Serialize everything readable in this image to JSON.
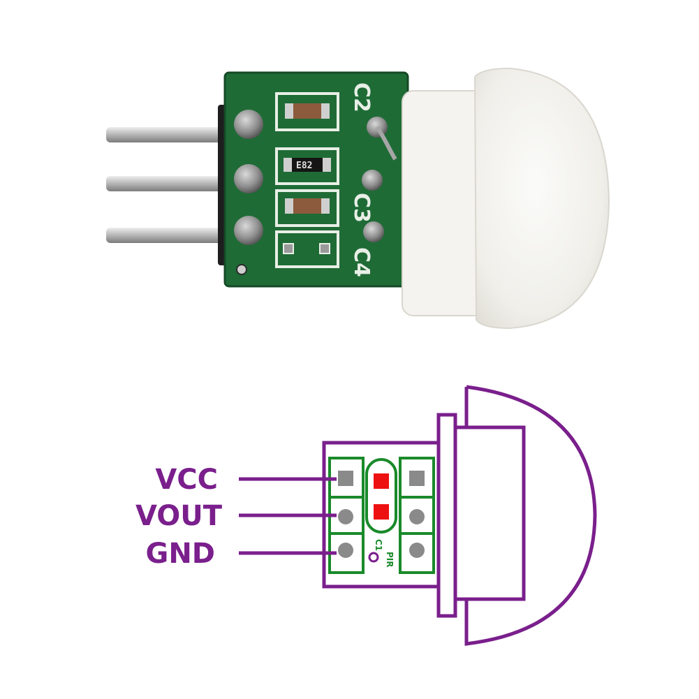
{
  "colors": {
    "outline": "#7a1f8c",
    "pad_outline": "#1a8a2a",
    "pad_fill": "#8a8a8a",
    "capacitor": "#ee1111",
    "pcb": "#1f6b36",
    "silkscreen": "#e8efe6",
    "lens": "#f3f2ee",
    "pin_metal": "#c9c9c9"
  },
  "photo": {
    "silkscreen": {
      "c2": "C2",
      "c3": "C3",
      "c4": "C4",
      "chip_mark": "E82"
    }
  },
  "diagram": {
    "pins": [
      {
        "label": "VCC"
      },
      {
        "label": "VOUT"
      },
      {
        "label": "GND"
      }
    ],
    "silkscreen": {
      "capacitor": "C1",
      "sensor": "PIR"
    }
  }
}
